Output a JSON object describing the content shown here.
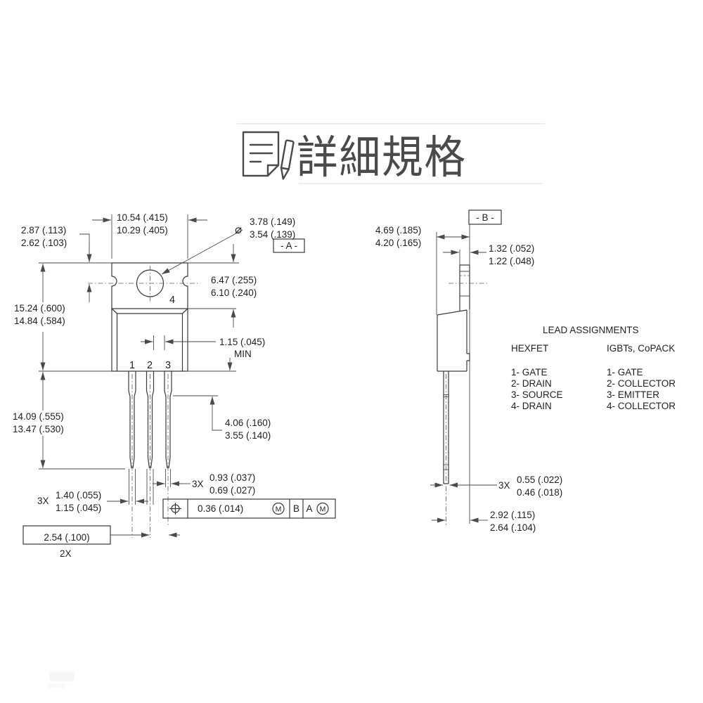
{
  "header": {
    "title": "詳細規格"
  },
  "front_view": {
    "datum_label": "- A -",
    "pin1": "1",
    "pin2": "2",
    "pin3": "3",
    "pin4": "4",
    "dia_symbol": "⌀",
    "dim_tab_width_max": "10.54 (.415)",
    "dim_tab_width_min": "10.29 (.405)",
    "dim_hole_offset_max": "2.87 (.113)",
    "dim_hole_offset_min": "2.62 (.103)",
    "dim_hole_dia_max": "3.78 (.149)",
    "dim_hole_dia_min": "3.54 (.139)",
    "dim_tab_height_max": "6.47 (.255)",
    "dim_tab_height_min": "6.10 (.240)",
    "dim_overall_max": "15.24 (.600)",
    "dim_overall_min": "14.84 (.584)",
    "dim_lead_length_max": "14.09 (.555)",
    "dim_lead_length_min": "13.47 (.530)",
    "dim_lead_gap": "1.15 (.045)",
    "dim_lead_gap_note": "MIN",
    "dim_shoulder_max": "4.06 (.160)",
    "dim_shoulder_min": "3.55 (.140)",
    "dim_tip_count": "3X",
    "dim_tip_width_max": "0.93 (.037)",
    "dim_tip_width_min": "0.69 (.027)",
    "dim_lead_width_count": "3X",
    "dim_lead_width_max": "1.40 (.055)",
    "dim_lead_width_min": "1.15 (.045)",
    "dim_pitch": "2.54 (.100)",
    "dim_pitch_count": "2X",
    "tolerance_frame": {
      "value": "0.36 (.014)",
      "modifier1": "M",
      "datum_b": "B",
      "datum_a": "A",
      "modifier2": "M"
    }
  },
  "side_view": {
    "datum_label": "- B -",
    "dim_body_thickness_max": "4.69 (.185)",
    "dim_body_thickness_min": "4.20 (.165)",
    "dim_tab_thickness_max": "1.32 (.052)",
    "dim_tab_thickness_min": "1.22 (.048)",
    "dim_lead_thickness_count": "3X",
    "dim_lead_thickness_max": "0.55 (.022)",
    "dim_lead_thickness_min": "0.46 (.018)",
    "dim_lead_offset_max": "2.92 (.115)",
    "dim_lead_offset_min": "2.64 (.104)"
  },
  "lead_assignments": {
    "title": "LEAD ASSIGNMENTS",
    "col1_header": "HEXFET",
    "col2_header": "IGBTs, CoPACK",
    "col1_rows": [
      "1- GATE",
      "2- DRAIN",
      "3- SOURCE",
      "4- DRAIN"
    ],
    "col2_rows": [
      "1- GATE",
      "2- COLLECTOR",
      "3- EMITTER",
      "4- COLLECTOR"
    ]
  }
}
